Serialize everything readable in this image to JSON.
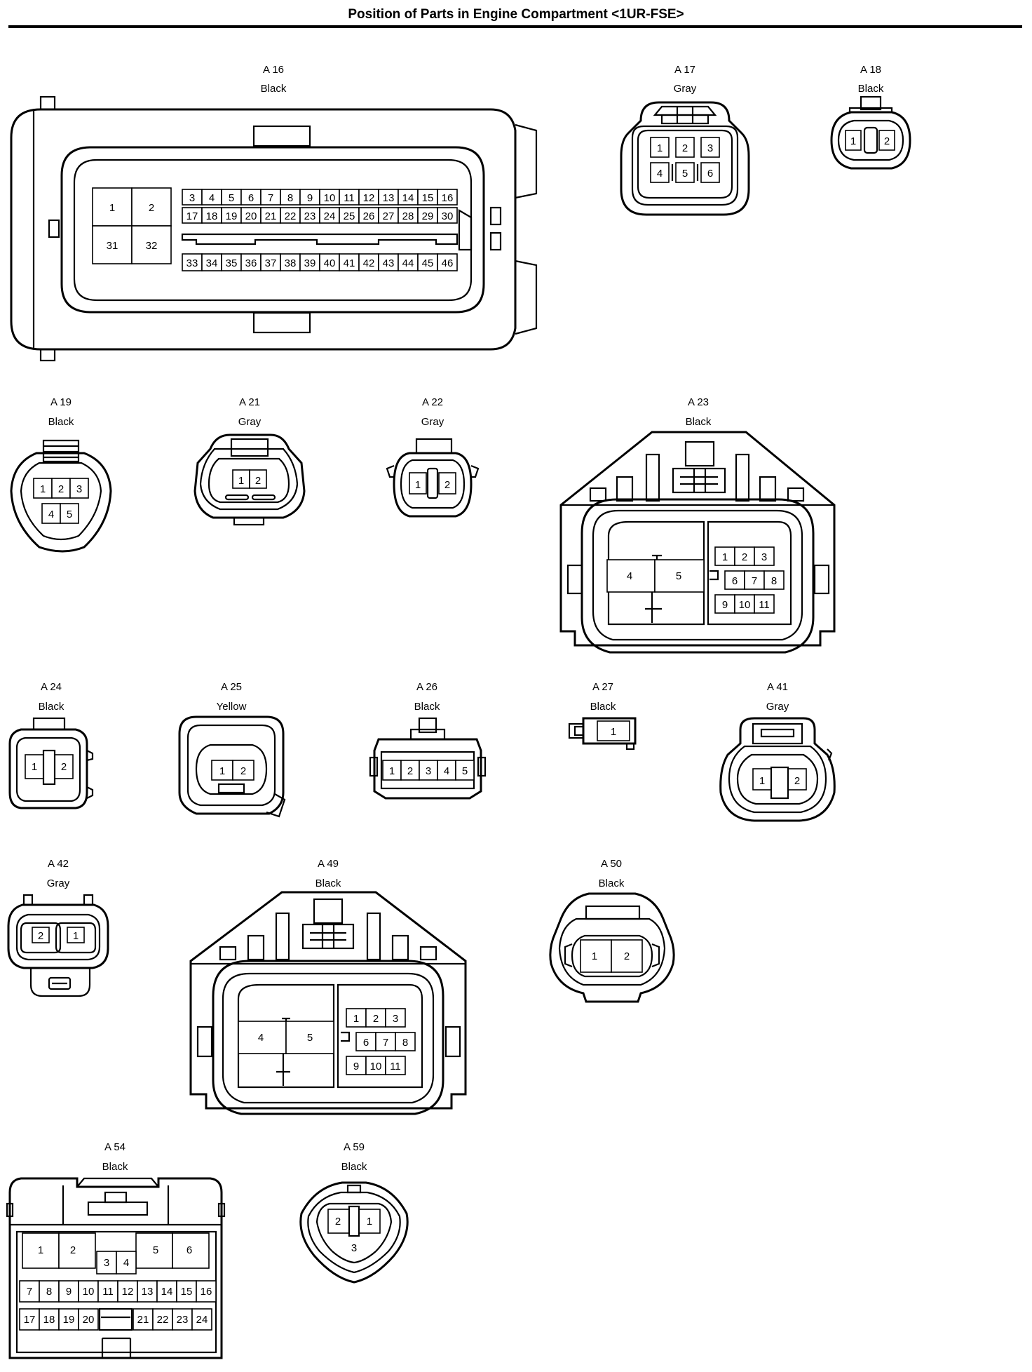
{
  "title": "Position of Parts in Engine Compartment <1UR-FSE>",
  "connectors": [
    {
      "id": "A 16",
      "color": "Black"
    },
    {
      "id": "A 17",
      "color": "Gray"
    },
    {
      "id": "A 18",
      "color": "Black"
    },
    {
      "id": "A 19",
      "color": "Black"
    },
    {
      "id": "A 21",
      "color": "Gray"
    },
    {
      "id": "A 22",
      "color": "Gray"
    },
    {
      "id": "A 23",
      "color": "Black"
    },
    {
      "id": "A 24",
      "color": "Black"
    },
    {
      "id": "A 25",
      "color": "Yellow"
    },
    {
      "id": "A 26",
      "color": "Black"
    },
    {
      "id": "A 27",
      "color": "Black"
    },
    {
      "id": "A 41",
      "color": "Gray"
    },
    {
      "id": "A 42",
      "color": "Gray"
    },
    {
      "id": "A 49",
      "color": "Black"
    },
    {
      "id": "A 50",
      "color": "Black"
    },
    {
      "id": "A 54",
      "color": "Black"
    },
    {
      "id": "A 59",
      "color": "Black"
    }
  ]
}
